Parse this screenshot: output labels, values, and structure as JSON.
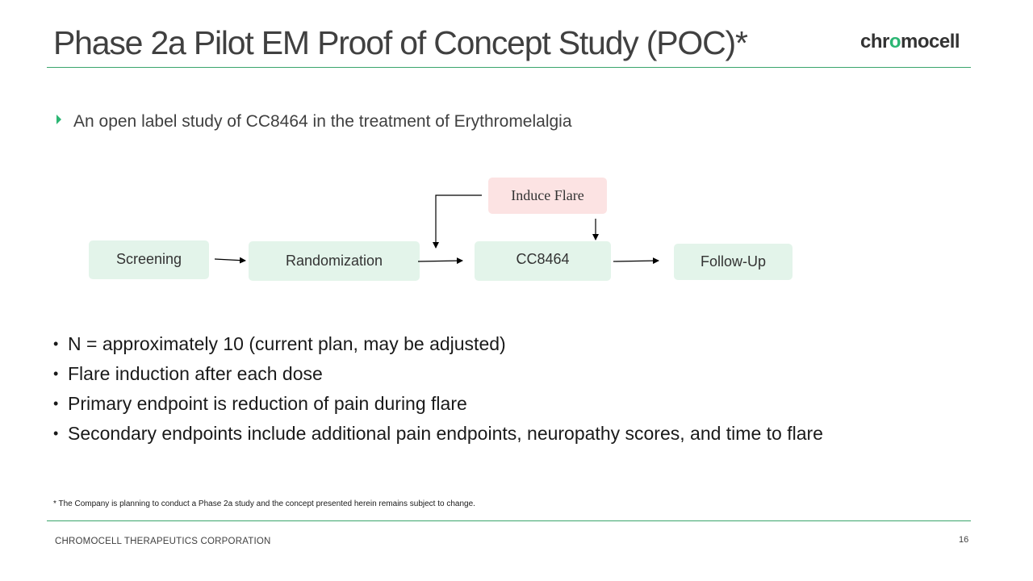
{
  "title": "Phase 2a Pilot EM Proof of Concept Study (POC)*",
  "logo": {
    "part1": "chr",
    "part2": "o",
    "part3": "mocell"
  },
  "intro": "An open label study of CC8464 in the treatment of Erythromelalgia",
  "flow": {
    "screening": "Screening",
    "randomization": "Randomization",
    "drug": "CC8464",
    "follow_up": "Follow-Up",
    "induce_flare": "Induce Flare"
  },
  "bullets": [
    "N = approximately 10 (current plan, may be adjusted)",
    "Flare induction after each dose",
    "Primary endpoint is reduction of pain during flare",
    "Secondary endpoints include additional pain endpoints, neuropathy scores, and time to flare"
  ],
  "footnote": "* The Company is planning to conduct  a Phase 2a study and the concept presented herein remains subject to change.",
  "company": "CHROMOCELL THERAPEUTICS CORPORATION",
  "page_number": "16",
  "colors": {
    "accent_green": "#2bb673",
    "rule_green": "#3aa56b",
    "box_green": "#e3f4ea",
    "box_pink": "#fce3e3"
  }
}
